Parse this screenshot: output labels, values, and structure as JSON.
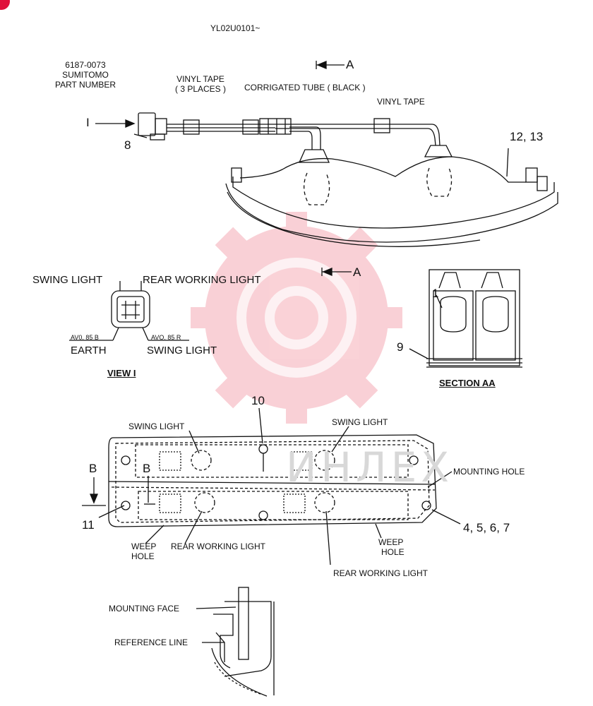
{
  "header": {
    "code": "YL02U0101~"
  },
  "harness": {
    "connector_part": "6187-0073",
    "maker": "SUMITOMO",
    "part_number_label": "PART NUMBER",
    "vinyl_tape_3": "VINYL TAPE",
    "places": "( 3 PLACES )",
    "corrugated_tube": "CORRIGATED TUBE ( BLACK )",
    "vinyl_tape": "VINYL TAPE",
    "arrow_a": "A",
    "arrow_i": "I",
    "item_8": "8",
    "item_12_13": "12, 13"
  },
  "view_i": {
    "swing_light": "SWING  LIGHT",
    "rear_working_light": "REAR WORKING LIGHT",
    "avo_b": "AV0. 85 B",
    "avo_r": "AVO. 85 R",
    "earth": "EARTH",
    "swing_light_2": "SWING  LIGHT",
    "title": "VIEW  I"
  },
  "section_aa": {
    "arrow_a": "A",
    "item_1": "1",
    "item_9": "9",
    "title": "SECTION  AA"
  },
  "lamp_front": {
    "item_10": "10",
    "swing_light_left": "SWING LIGHT",
    "swing_light_right": "SWING LIGHT",
    "mounting_hole": "MOUNTING HOLE",
    "b_outer": "B",
    "b_inner": "B",
    "item_11": "11",
    "items_4_7": "4, 5, 6, 7",
    "weep": "WEEP",
    "hole": "HOLE",
    "rear_working_light_1": "REAR WORKING LIGHT",
    "weep_2": "WEEP",
    "hole_2": "HOLE",
    "rear_working_light_2": "REAR WORKING LIGHT",
    "watermark": "ИНЛЕХ"
  },
  "detail_b": {
    "mounting_face": "MOUNTING FACE",
    "reference_line": "REFERENCE LINE"
  }
}
